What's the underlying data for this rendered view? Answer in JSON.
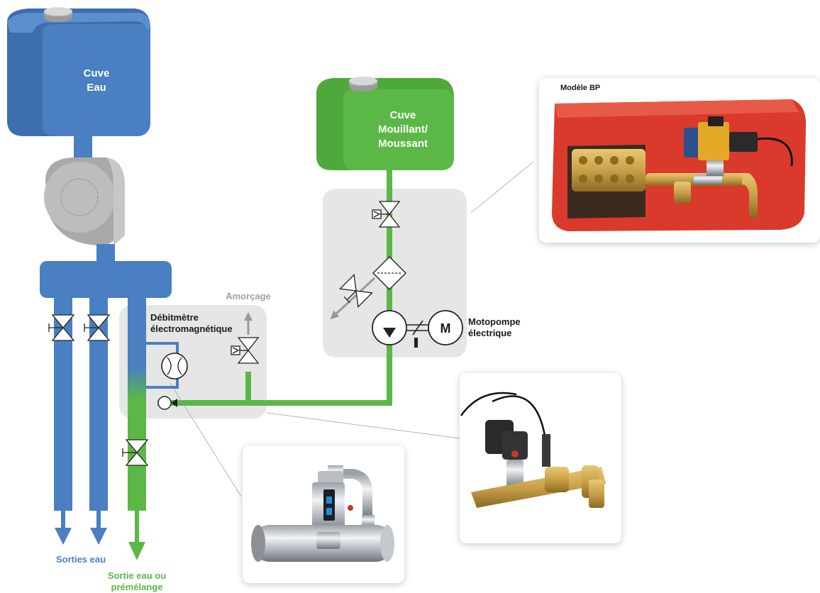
{
  "tanks": {
    "water": {
      "line1": "Cuve",
      "line2": "Eau"
    },
    "foam": {
      "line1": "Cuve",
      "line2": "Mouillant/",
      "line3": "Moussant"
    }
  },
  "labels": {
    "amorcage": "Amorçage",
    "flowmeter_line1": "Débitmètre",
    "flowmeter_line2": "électromagnétique",
    "motopump_line1": "Motopompe",
    "motopump_line2": "électrique",
    "motor_symbol": "M",
    "water_outlets": "Sorties eau",
    "mix_outlet_line1": "Sortie eau ou",
    "mix_outlet_line2": "prémélange"
  },
  "photos": {
    "bp_model_title": "Modèle BP"
  },
  "colors": {
    "water_blue": "#4a7fc1",
    "water_blue_dark": "#3a68a8",
    "foam_green": "#5cb846",
    "panel_gray": "#e6e6e6",
    "pump_gray": "#b5b5b5",
    "red_cover": "#d93a2b",
    "brass": "#c9a04a"
  },
  "icons": [
    "check-valve-icon",
    "flowmeter-icon",
    "strainer-icon",
    "pump-icon",
    "motor-icon",
    "manual-valve-icon",
    "solenoid-valve-icon"
  ]
}
